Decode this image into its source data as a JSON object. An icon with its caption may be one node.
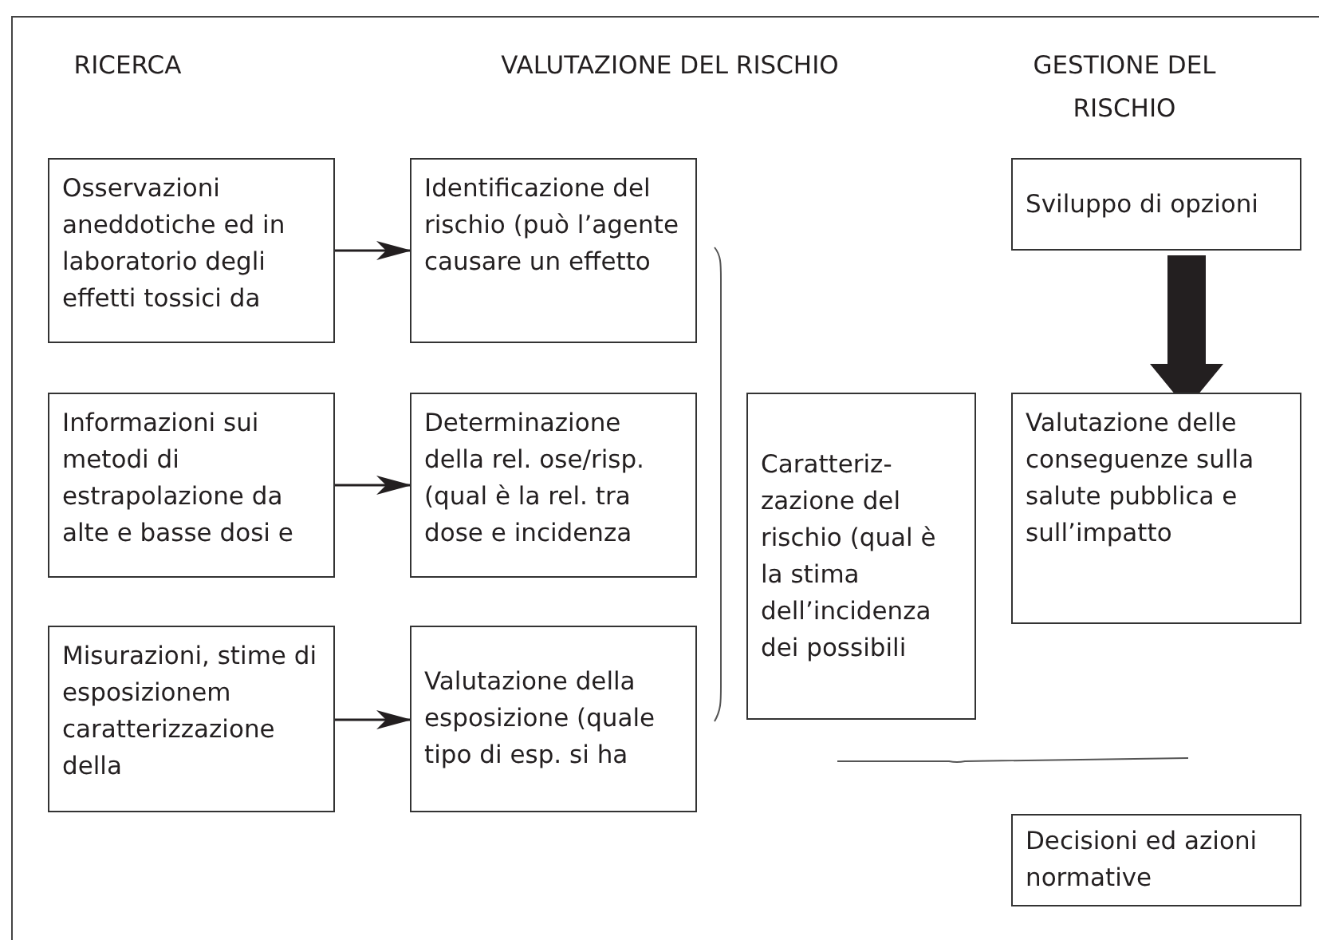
{
  "diagram": {
    "nodes": [
      {
        "text": [
          "Osservazioni aneddotiche ed in laboratorio degli effetti tossici da"
        ]
      },
      {
        "text": [
          "Identificazione del rischio (può l’agente causare un effetto"
        ]
      },
      {
        "text": [
          "Informazioni sui metodi di estrapolazione da alte e basse dosi e"
        ]
      },
      {
        "text": [
          "Determinazione della rel. ose/risp. (qual è la rel. tra dose e incidenza"
        ]
      },
      {
        "text": [
          "Misurazioni, stime di esposizionem caratterizzazione della"
        ]
      },
      {
        "text": [
          "Valutazione della esposizione (quale tipo di esp. si ha"
        ]
      },
      {
        "text": [
          "Caratteriz- zazione del rischio (qual è la stima dell’incidenza dei possibili"
        ]
      },
      {
        "text": [
          "Sviluppo di opzioni"
        ]
      },
      {
        "text": [
          "Valutazione delle conseguenze sulla salute pubblica e sull’impatto"
        ]
      },
      {
        "text": [
          "Decisioni ed azioni normative"
        ]
      }
    ],
    "edges": [
      {
        "from": 0,
        "to": 1,
        "arrow": "to"
      },
      {
        "from": 2,
        "to": 3,
        "arrow": "to"
      },
      {
        "from": 4,
        "to": 5,
        "arrow": "to"
      },
      {
        "from": 7,
        "to": 8,
        "arrow": "to",
        "style": "thick"
      }
    ],
    "labels": [
      "RICERCA",
      "VALUTAZIONE DEL RISCHIO",
      "GESTIONE DEL RISCHIO"
    ]
  }
}
